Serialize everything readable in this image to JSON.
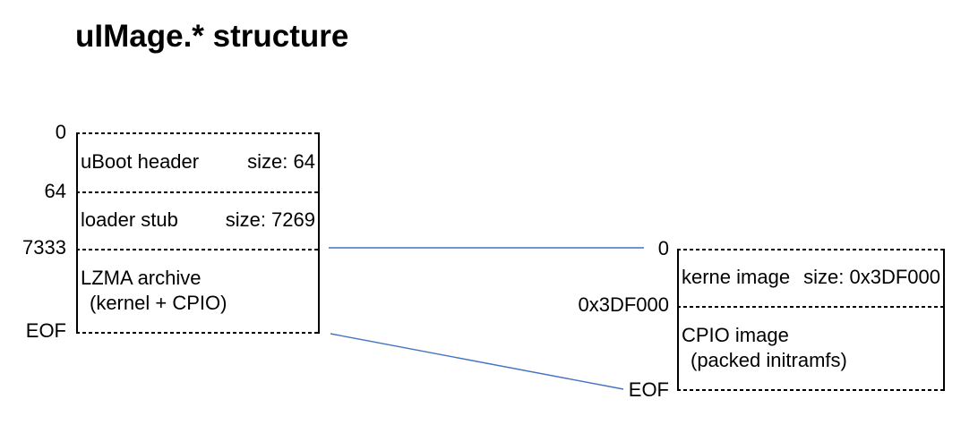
{
  "title": "uIMage.* structure",
  "colors": {
    "connector": "#4472C4",
    "line": "#000000",
    "text": "#000000",
    "background": "#FFFFFF"
  },
  "left_box": {
    "offset_labels": [
      "0",
      "64",
      "7333",
      "EOF"
    ],
    "sections": [
      {
        "label": "uBoot header",
        "size": "size: 64"
      },
      {
        "label": "loader stub",
        "size": "size: 7269"
      },
      {
        "label": "LZMA archive",
        "sublabel": "(kernel + CPIO)"
      }
    ]
  },
  "right_box": {
    "offset_labels": [
      "0",
      "0x3DF000",
      "EOF"
    ],
    "sections": [
      {
        "label": "kerne image",
        "size": "size: 0x3DF000"
      },
      {
        "label": "CPIO image",
        "sublabel": "(packed initramfs)"
      }
    ]
  }
}
